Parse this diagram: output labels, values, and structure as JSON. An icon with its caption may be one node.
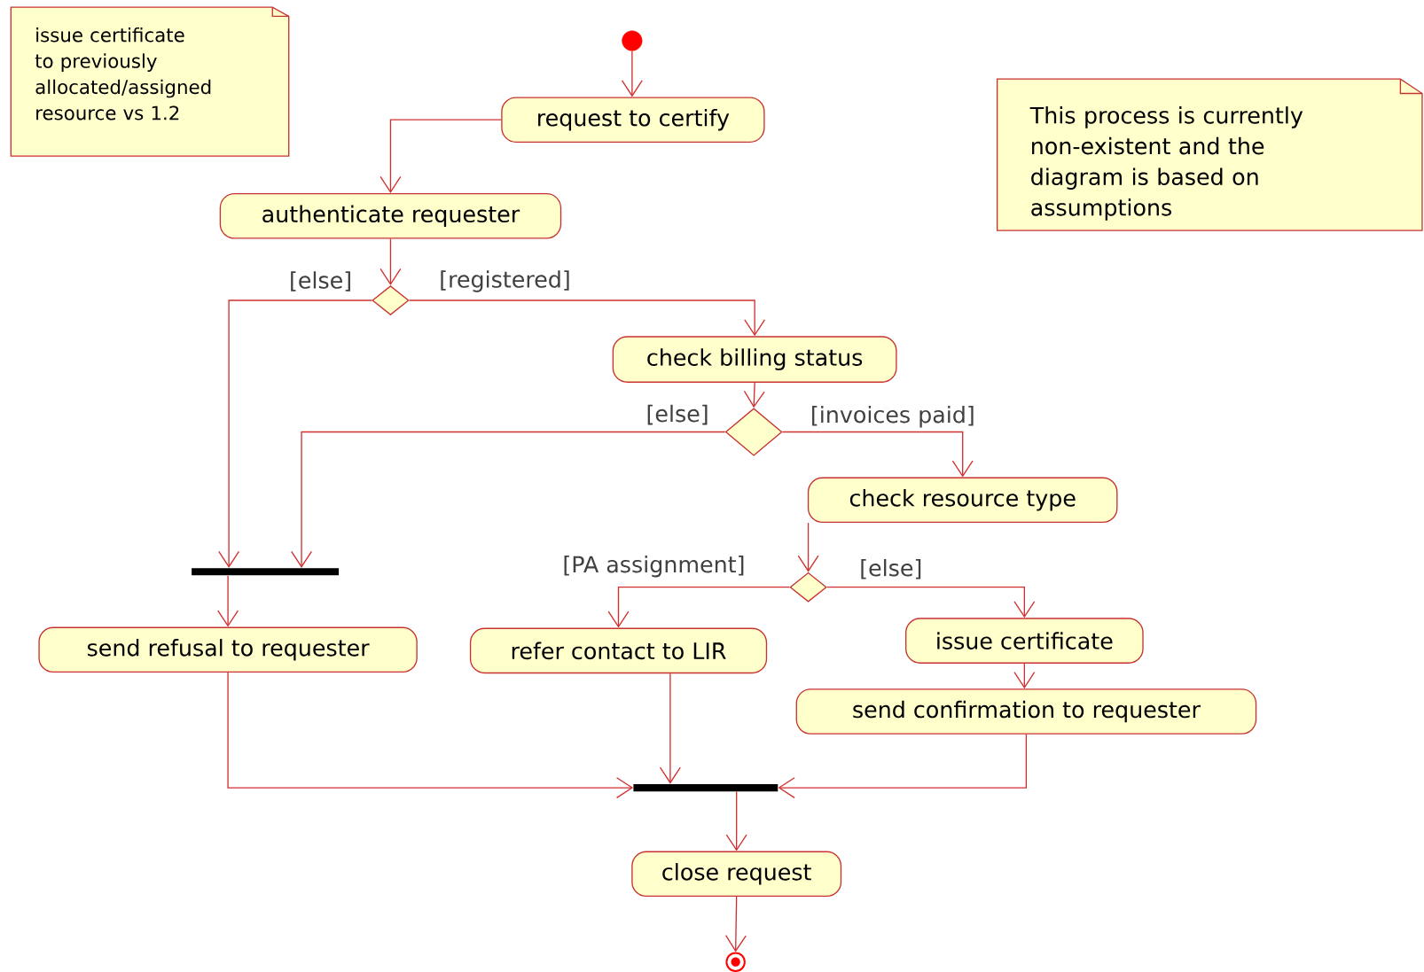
{
  "diagram": {
    "nodes": [
      {
        "text": [
          "issue certificate to previously allocated/assigned resource vs 1.2"
        ]
      },
      {
        "text": [],
        "shape": "circle"
      },
      {
        "text": [
          "request to certify"
        ]
      },
      {
        "text": [
          "This process is currently non-existent and the diagram is based on assumptions"
        ]
      },
      {
        "text": [
          "authenticate requester"
        ]
      },
      {
        "text": [],
        "shape": "diamond"
      },
      {
        "text": [
          "check billing status"
        ]
      },
      {
        "text": [],
        "shape": "diamond"
      },
      {
        "text": [
          "check resource type"
        ]
      },
      {
        "text": [],
        "shape": "bar"
      },
      {
        "text": [],
        "shape": "diamond"
      },
      {
        "text": [
          "send refusal to requester"
        ]
      },
      {
        "text": [
          "refer contact to LIR"
        ]
      },
      {
        "text": [
          "issue certificate"
        ]
      },
      {
        "text": [
          "send confirmation to requester"
        ]
      },
      {
        "text": [],
        "shape": "bar"
      },
      {
        "text": [
          "close request"
        ]
      },
      {
        "text": [],
        "shape": "bullseye"
      }
    ],
    "edges": [
      {
        "from": 1,
        "to": 2,
        "arrow": "to"
      },
      {
        "from": 2,
        "to": 4,
        "arrow": "to"
      },
      {
        "from": 4,
        "to": 5,
        "arrow": "to"
      },
      {
        "from": 5,
        "to": 9,
        "arrow": "to",
        "label": "[else]"
      },
      {
        "from": 5,
        "to": 6,
        "arrow": "to",
        "label": "[registered]"
      },
      {
        "from": 6,
        "to": 7,
        "arrow": "to"
      },
      {
        "from": 7,
        "to": 9,
        "arrow": "to",
        "label": "[else]"
      },
      {
        "from": 7,
        "to": 8,
        "arrow": "to",
        "label": "[invoices paid]"
      },
      {
        "from": 8,
        "to": 10,
        "arrow": "to"
      },
      {
        "from": 10,
        "to": 12,
        "arrow": "to",
        "label": "[PA assignment]"
      },
      {
        "from": 10,
        "to": 13,
        "arrow": "to",
        "label": "[else]"
      },
      {
        "from": 9,
        "to": 11,
        "arrow": "to"
      },
      {
        "from": 13,
        "to": 14,
        "arrow": "to"
      },
      {
        "from": 11,
        "to": 15,
        "arrow": "to"
      },
      {
        "from": 12,
        "to": 15,
        "arrow": "to"
      },
      {
        "from": 14,
        "to": 15,
        "arrow": "to"
      },
      {
        "from": 15,
        "to": 16,
        "arrow": "to"
      },
      {
        "from": 16,
        "to": 17,
        "arrow": "to"
      }
    ]
  }
}
